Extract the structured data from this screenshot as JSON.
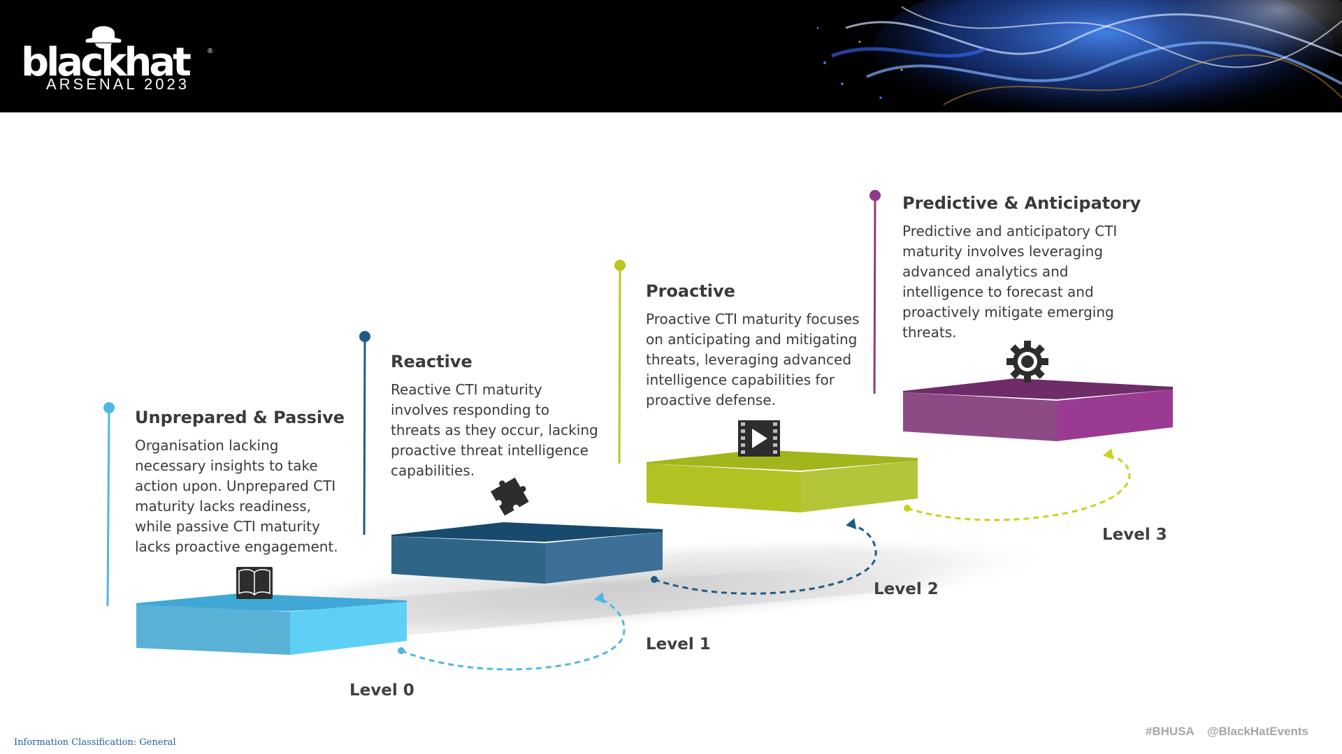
{
  "header": {
    "brand": "blackhat",
    "event": "ARSENAL 2023",
    "registered_mark": "®"
  },
  "stages": [
    {
      "title": "Unprepared & Passive",
      "description": "Organisation lacking necessary insights to take action upon. Unprepared CTI maturity lacks readiness, while passive CTI maturity lacks proactive engagement.",
      "level": "Level 0",
      "icon": "book-icon",
      "color": "#4fb7e3"
    },
    {
      "title": "Reactive",
      "description": "Reactive CTI maturity involves responding to threats as they occur, lacking proactive threat intelligence capabilities.",
      "level": "Level 1",
      "icon": "puzzle-icon",
      "color": "#1f5b86"
    },
    {
      "title": "Proactive",
      "description": "Proactive CTI maturity focuses on anticipating and mitigating threats, leveraging advanced intelligence capabilities for proactive defense.",
      "level": "Level 2",
      "icon": "video-play-icon",
      "color": "#b8c81e"
    },
    {
      "title": "Predictive & Anticipatory",
      "description": "Predictive and anticipatory CTI maturity involves leveraging advanced analytics and intelligence to forecast and proactively mitigate emerging threats.",
      "level": "Level 3",
      "icon": "gear-icon",
      "color": "#8e3a86"
    }
  ],
  "footer": {
    "classification": "Information Classification: General",
    "hashtag": "#BHUSA",
    "handle": "@BlackHatEvents"
  }
}
